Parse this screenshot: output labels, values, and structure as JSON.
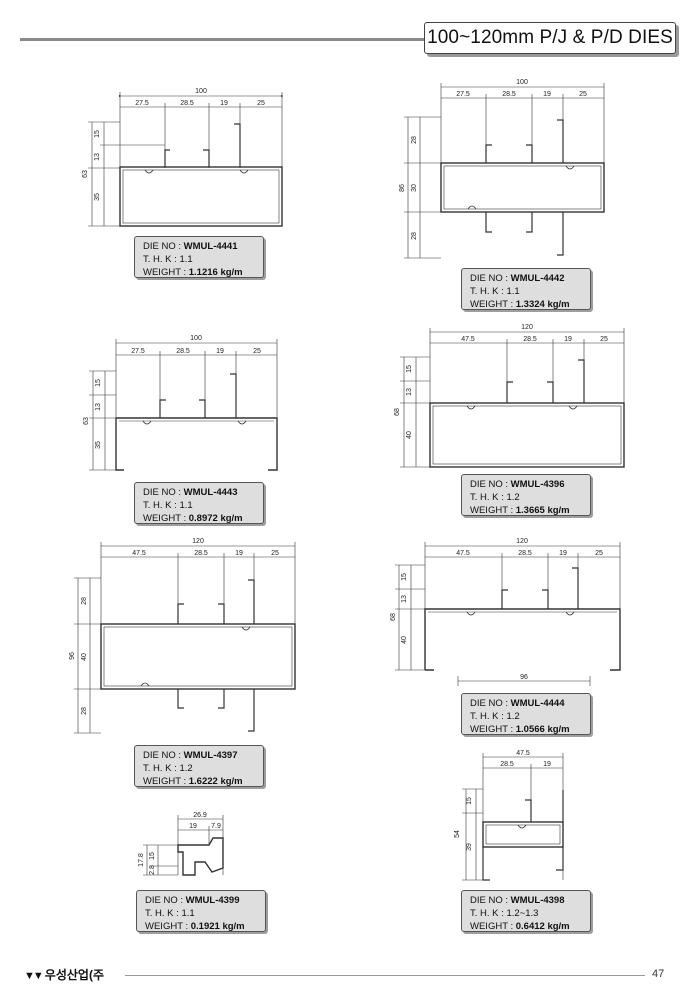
{
  "header": {
    "title": "100~120mm P/J & P/D DIES"
  },
  "profiles": [
    {
      "die_label": "DIE NO : ",
      "die_no": "WMUL-4441",
      "thk_label": "T. H. K :",
      "thk": "1.1",
      "weight_label": "WEIGHT : ",
      "weight": "1.1216 kg/m",
      "dims": {
        "total": "100",
        "seg": [
          "27.5",
          "28.5",
          "19",
          "25"
        ],
        "vert": [
          "15",
          "13",
          "35"
        ],
        "height": "63"
      }
    },
    {
      "die_label": "DIE NO : ",
      "die_no": "WMUL-4442",
      "thk_label": "T. H. K :",
      "thk": "1.1",
      "weight_label": "WEIGHT : ",
      "weight": "1.3324 kg/m",
      "dims": {
        "total": "100",
        "seg": [
          "27.5",
          "28.5",
          "19",
          "25"
        ],
        "vert": [
          "28",
          "30",
          "28"
        ],
        "height": "86"
      }
    },
    {
      "die_label": "DIE NO : ",
      "die_no": "WMUL-4443",
      "thk_label": "T. H. K :",
      "thk": "1.1",
      "weight_label": "WEIGHT : ",
      "weight": "0.8972 kg/m",
      "dims": {
        "total": "100",
        "seg": [
          "27.5",
          "28.5",
          "19",
          "25"
        ],
        "vert": [
          "15",
          "13",
          "35"
        ],
        "height": "63"
      }
    },
    {
      "die_label": "DIE NO : ",
      "die_no": "WMUL-4396",
      "thk_label": "T. H. K :",
      "thk": "1.2",
      "weight_label": "WEIGHT : ",
      "weight": "1.3665 kg/m",
      "dims": {
        "total": "120",
        "seg": [
          "47.5",
          "28.5",
          "19",
          "25"
        ],
        "vert": [
          "15",
          "13",
          "40"
        ],
        "height": "68"
      }
    },
    {
      "die_label": "DIE NO : ",
      "die_no": "WMUL-4397",
      "thk_label": "T. H. K :",
      "thk": "1.2",
      "weight_label": "WEIGHT : ",
      "weight": "1.6222 kg/m",
      "dims": {
        "total": "120",
        "seg": [
          "47.5",
          "28.5",
          "19",
          "25"
        ],
        "vert": [
          "28",
          "40",
          "28"
        ],
        "height": "96"
      }
    },
    {
      "die_label": "DIE NO : ",
      "die_no": "WMUL-4444",
      "thk_label": "T. H. K :",
      "thk": "1.2",
      "weight_label": "WEIGHT : ",
      "weight": "1.0566 kg/m",
      "dims": {
        "total": "120",
        "seg": [
          "47.5",
          "28.5",
          "19",
          "25"
        ],
        "vert": [
          "15",
          "13",
          "40"
        ],
        "height": "68",
        "bottom": "96"
      }
    },
    {
      "die_label": "DIE NO : ",
      "die_no": "WMUL-4399",
      "thk_label": "T. H. K :",
      "thk": "1.1",
      "weight_label": "WEIGHT : ",
      "weight": "0.1921 kg/m",
      "dims": {
        "total": "26.9",
        "seg": [
          "19",
          "7.9"
        ],
        "vert": [
          "15",
          "2.8"
        ],
        "height": "17.8"
      }
    },
    {
      "die_label": "DIE NO : ",
      "die_no": "WMUL-4398",
      "thk_label": "T. H. K :",
      "thk": "1.2~1.3",
      "weight_label": "WEIGHT : ",
      "weight": "0.6412 kg/m",
      "dims": {
        "total": "47.5",
        "seg": [
          "28.5",
          "19"
        ],
        "vert": [
          "15",
          "39"
        ],
        "height": "54"
      }
    }
  ],
  "footer": {
    "logo_mark": "▼▼",
    "company": "우성산업(주",
    "page": "47"
  }
}
